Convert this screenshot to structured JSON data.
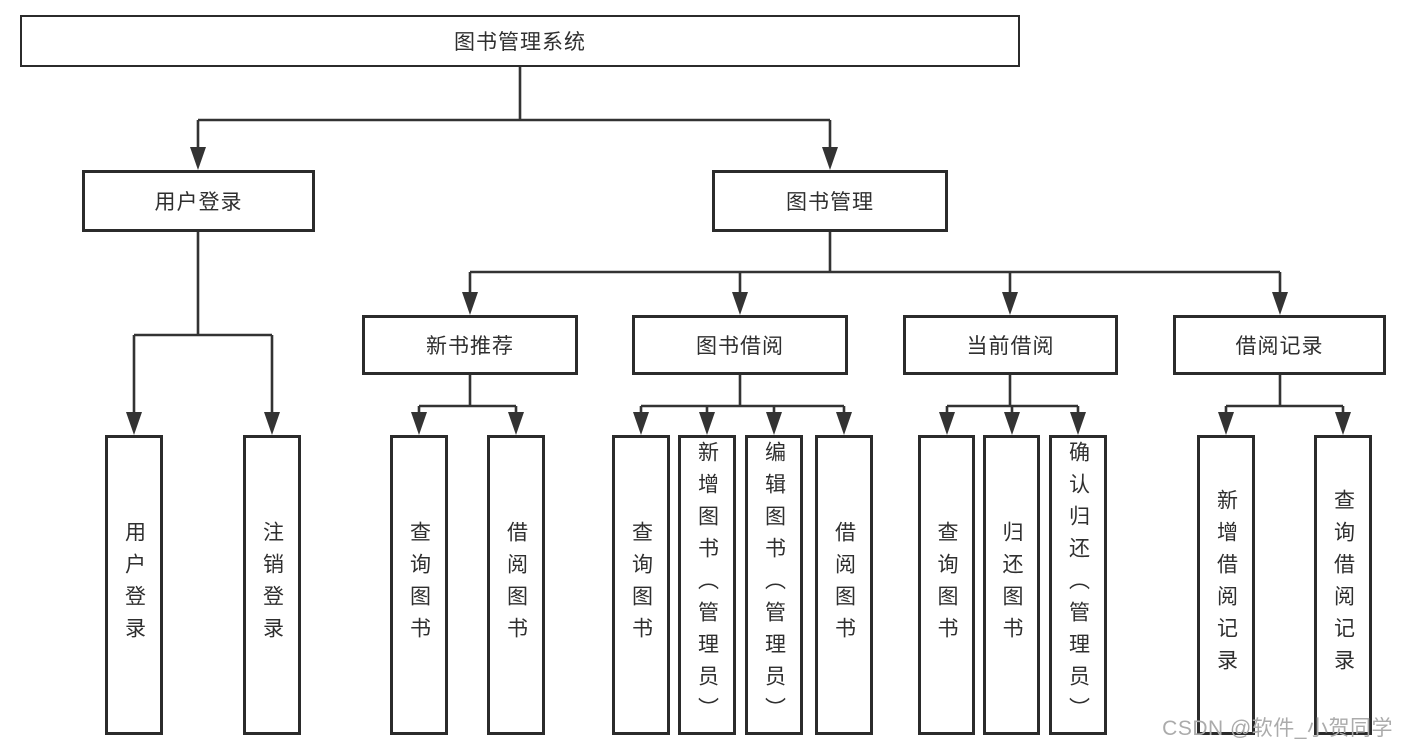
{
  "tree": {
    "root_label": "图书管理系统",
    "level2": [
      {
        "label": "用户登录",
        "leaves": [
          "用户登录",
          "注销登录"
        ]
      },
      {
        "label": "图书管理",
        "groups": [
          {
            "label": "新书推荐",
            "leaves": [
              "查询图书",
              "借阅图书"
            ]
          },
          {
            "label": "图书借阅",
            "leaves": [
              "查询图书",
              "新增图书（管理员）",
              "编辑图书（管理员）",
              "借阅图书"
            ]
          },
          {
            "label": "当前借阅",
            "leaves": [
              "查询图书",
              "归还图书",
              "确认归还（管理员）"
            ]
          },
          {
            "label": "借阅记录",
            "leaves": [
              "新增借阅记录",
              "查询借阅记录"
            ]
          }
        ]
      }
    ]
  },
  "watermark": {
    "text": "CSDN @软件_小贺同学"
  },
  "colors": {
    "line": "#333333",
    "box_border": "#2b2b2b",
    "text": "#2f2f2f",
    "watermark": "#ababab",
    "background": "#ffffff"
  }
}
